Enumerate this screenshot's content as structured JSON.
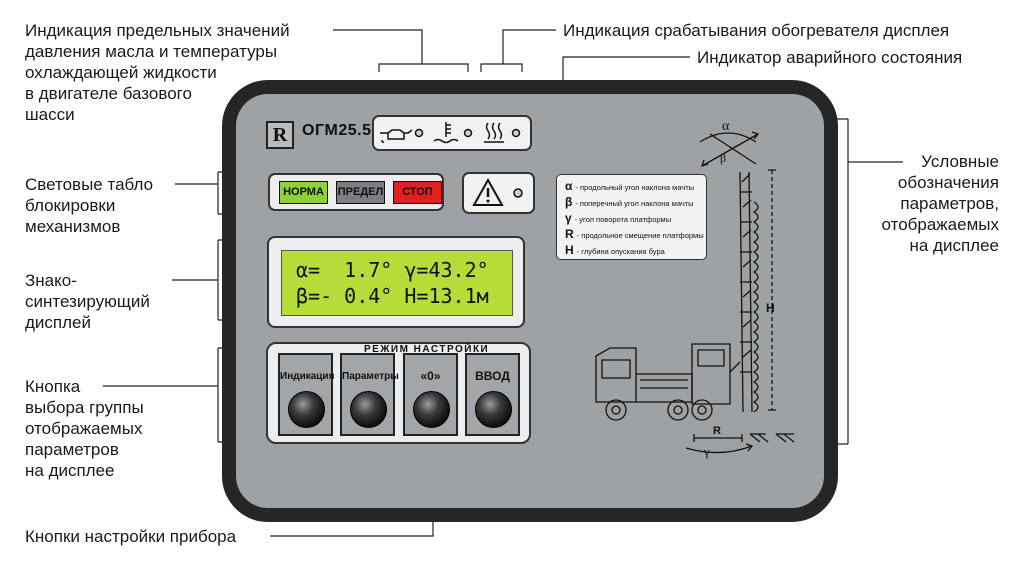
{
  "callouts": {
    "oil_temp_limits": [
      "Индикация предельных значений",
      "давления масла и температуры",
      "охлаждающей жидкости",
      "в двигателе базового",
      "шасси"
    ],
    "heater": "Индикация срабатывания обогревателя дисплея",
    "alarm": "Индикатор аварийного состояния",
    "light_boards": [
      "Световые табло",
      "блокировки",
      "механизмов"
    ],
    "display": [
      "Знако-",
      "синтезирующий",
      "дисплей"
    ],
    "group_button": [
      "Кнопка",
      "выбора группы",
      "отображаемых",
      "параметров",
      "на дисплее"
    ],
    "settings_buttons": "Кнопки настройки прибора",
    "symbols": [
      "Условные",
      "обозначения",
      "параметров,",
      "отображаемых",
      "на дисплее"
    ]
  },
  "device": {
    "logo": "R",
    "model": "ОГМ25.5",
    "lamps": [
      {
        "label": "НОРМА",
        "color": "#8fd13a"
      },
      {
        "label": "ПРЕДЕЛ",
        "color": "#7b7f83"
      },
      {
        "label": "СТОП",
        "color": "#e02020"
      }
    ],
    "alarm_icon": "warning-triangle-icon",
    "status_icons": [
      "oil-pressure-icon",
      "coolant-temperature-icon",
      "display-heater-icon"
    ],
    "lcd": {
      "line1": "α=  1.7° γ=43.2°",
      "line2": "β=- 0.4° H=13.1м",
      "color": "#b5dc38"
    },
    "mode_title": "РЕЖИМ НАСТРОЙКИ",
    "buttons": [
      "Индикация",
      "Параметры",
      "«0»",
      "ВВОД"
    ]
  },
  "legend": [
    {
      "sym": "α",
      "text": "- продольный угол наклона мачты"
    },
    {
      "sym": "β",
      "text": "- поперечный угол наклона мачты"
    },
    {
      "sym": "γ",
      "text": "- угол поворота платформы"
    },
    {
      "sym": "R",
      "text": "- продольное смещение платформы"
    },
    {
      "sym": "H",
      "text": "- глубина опускания бура"
    }
  ],
  "drawing": {
    "alpha": "α",
    "beta": "β",
    "gamma": "γ",
    "h": "H",
    "r": "R"
  }
}
